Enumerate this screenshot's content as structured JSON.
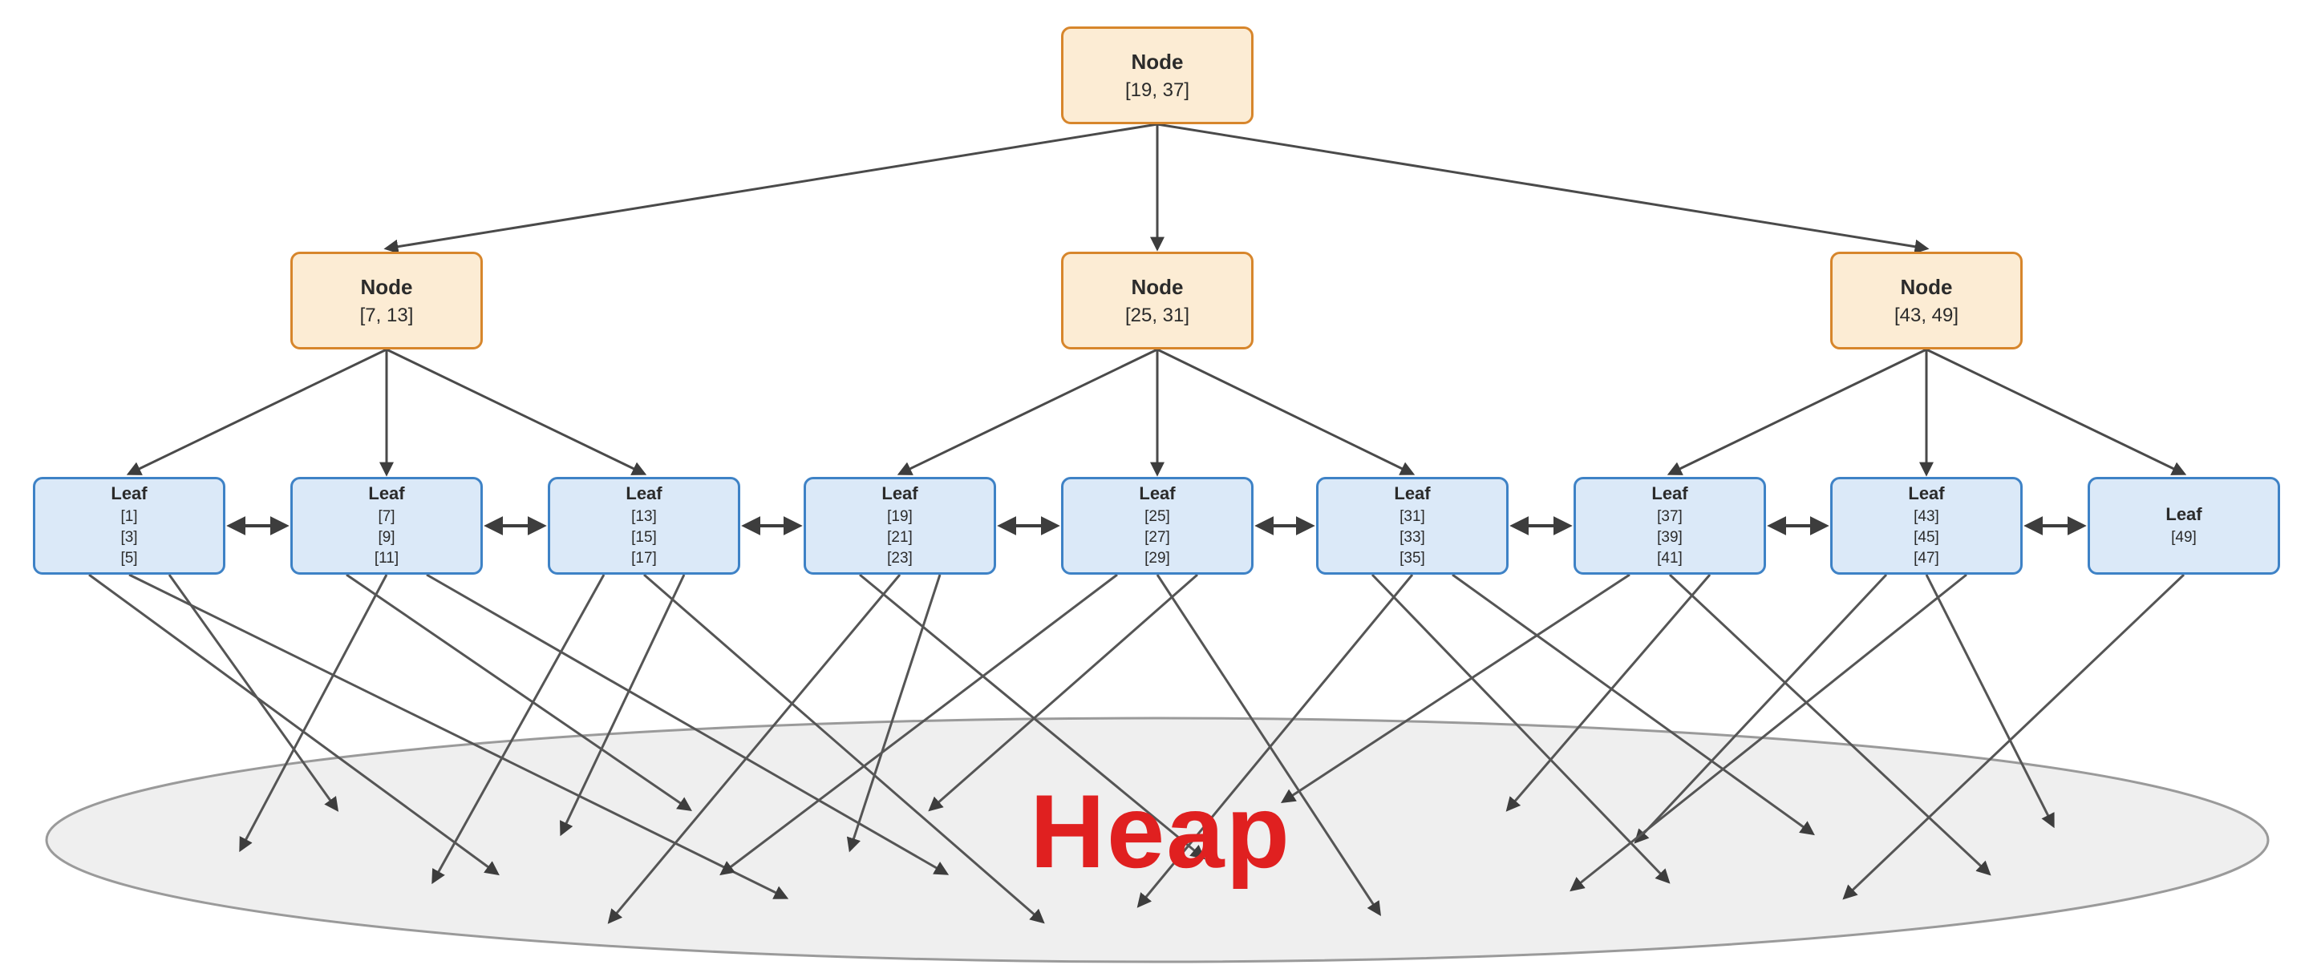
{
  "diagram": {
    "type": "bplus-tree-with-heap",
    "root": {
      "title": "Node",
      "keys": "[19, 37]"
    },
    "internal_nodes": [
      {
        "title": "Node",
        "keys": "[7, 13]"
      },
      {
        "title": "Node",
        "keys": "[25, 31]"
      },
      {
        "title": "Node",
        "keys": "[43, 49]"
      }
    ],
    "leaves": [
      {
        "title": "Leaf",
        "keys": [
          "[1]",
          "[3]",
          "[5]"
        ]
      },
      {
        "title": "Leaf",
        "keys": [
          "[7]",
          "[9]",
          "[11]"
        ]
      },
      {
        "title": "Leaf",
        "keys": [
          "[13]",
          "[15]",
          "[17]"
        ]
      },
      {
        "title": "Leaf",
        "keys": [
          "[19]",
          "[21]",
          "[23]"
        ]
      },
      {
        "title": "Leaf",
        "keys": [
          "[25]",
          "[27]",
          "[29]"
        ]
      },
      {
        "title": "Leaf",
        "keys": [
          "[31]",
          "[33]",
          "[35]"
        ]
      },
      {
        "title": "Leaf",
        "keys": [
          "[37]",
          "[39]",
          "[41]"
        ]
      },
      {
        "title": "Leaf",
        "keys": [
          "[43]",
          "[45]",
          "[47]"
        ]
      },
      {
        "title": "Leaf",
        "keys": [
          "[49]"
        ]
      }
    ],
    "heap_label": "Heap",
    "colors": {
      "node_fill": "#fcecd4",
      "node_border": "#d7862c",
      "leaf_fill": "#dbe9f8",
      "leaf_border": "#3e82c6",
      "edge": "#4a4a4a",
      "heap_fill": "#efefef",
      "heap_border": "#9a9a9a",
      "heap_text": "#e02020",
      "background": "#ffffff"
    }
  }
}
